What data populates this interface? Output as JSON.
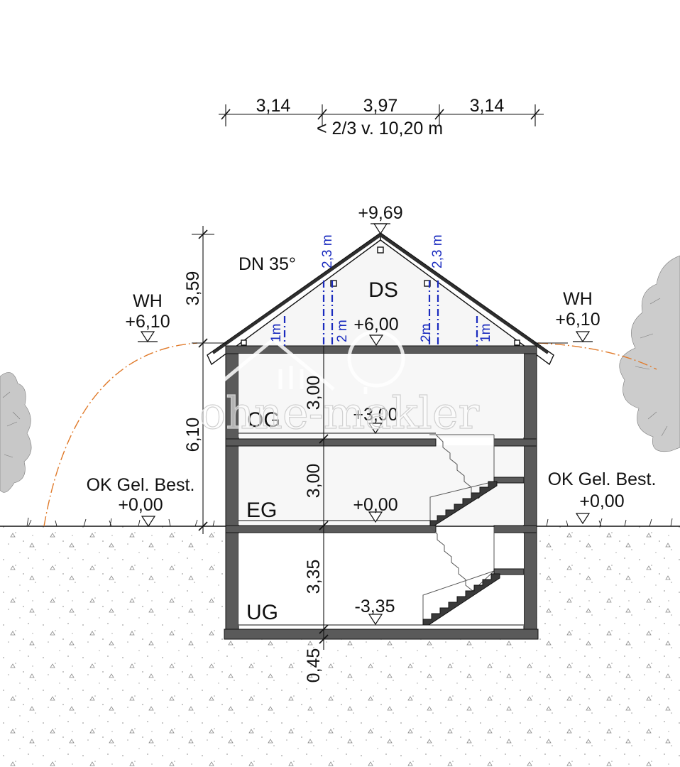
{
  "colors": {
    "line": "#111111",
    "wall": "#5a5a5a",
    "clearance": "#1a2bbf",
    "distance_arc": "#e07a2a",
    "soil_dot": "#9a9a9a",
    "tree": "#8c8c8c"
  },
  "dimensions": {
    "top": {
      "segments": [
        "3,14",
        "3,97",
        "3,14"
      ],
      "note": "< 2/3 v. 10,20 m"
    },
    "left_heights": {
      "roof": "3,59",
      "wall": "6,10"
    },
    "floor_heights": {
      "og": "3,00",
      "eg": "3,00",
      "ug": "3,35",
      "foundation": "0,45"
    }
  },
  "roof": {
    "pitch": "DN 35°",
    "ridge_level": "+9,69",
    "attic_label": "DS",
    "attic_level": "+6,00",
    "clearance": [
      "2,3 m",
      "2,3 m",
      "1m",
      "2 m",
      "2m",
      "1m"
    ]
  },
  "eaves": {
    "left": {
      "label": "WH",
      "level": "+6,10"
    },
    "right": {
      "label": "WH",
      "level": "+6,10"
    }
  },
  "ground": {
    "left": {
      "label": "OK Gel. Best.",
      "level": "+0,00"
    },
    "right": {
      "label": "OK Gel. Best.",
      "level": "+0,00"
    }
  },
  "floors": [
    {
      "name": "OG",
      "level": "+3,00"
    },
    {
      "name": "EG",
      "level": "+0,00"
    },
    {
      "name": "UG",
      "level": "-3,35"
    }
  ],
  "watermark": {
    "text": "ohne-makler"
  },
  "icons": [
    "tree-icon",
    "level-marker-icon",
    "house-logo-icon"
  ]
}
